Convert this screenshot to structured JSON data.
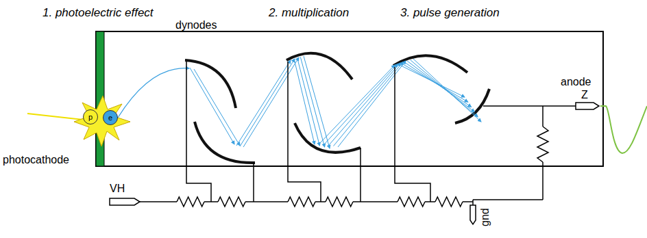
{
  "diagram": {
    "nodes": [
      {
        "text": [
          "p"
        ]
      },
      {
        "text": [
          "e"
        ]
      }
    ],
    "labels": [
      "1. photoelectric effect",
      "2. multiplication",
      "3. pulse generation",
      "dynodes",
      "photocathode",
      "anode",
      "Z",
      "VH",
      "gnd"
    ]
  }
}
